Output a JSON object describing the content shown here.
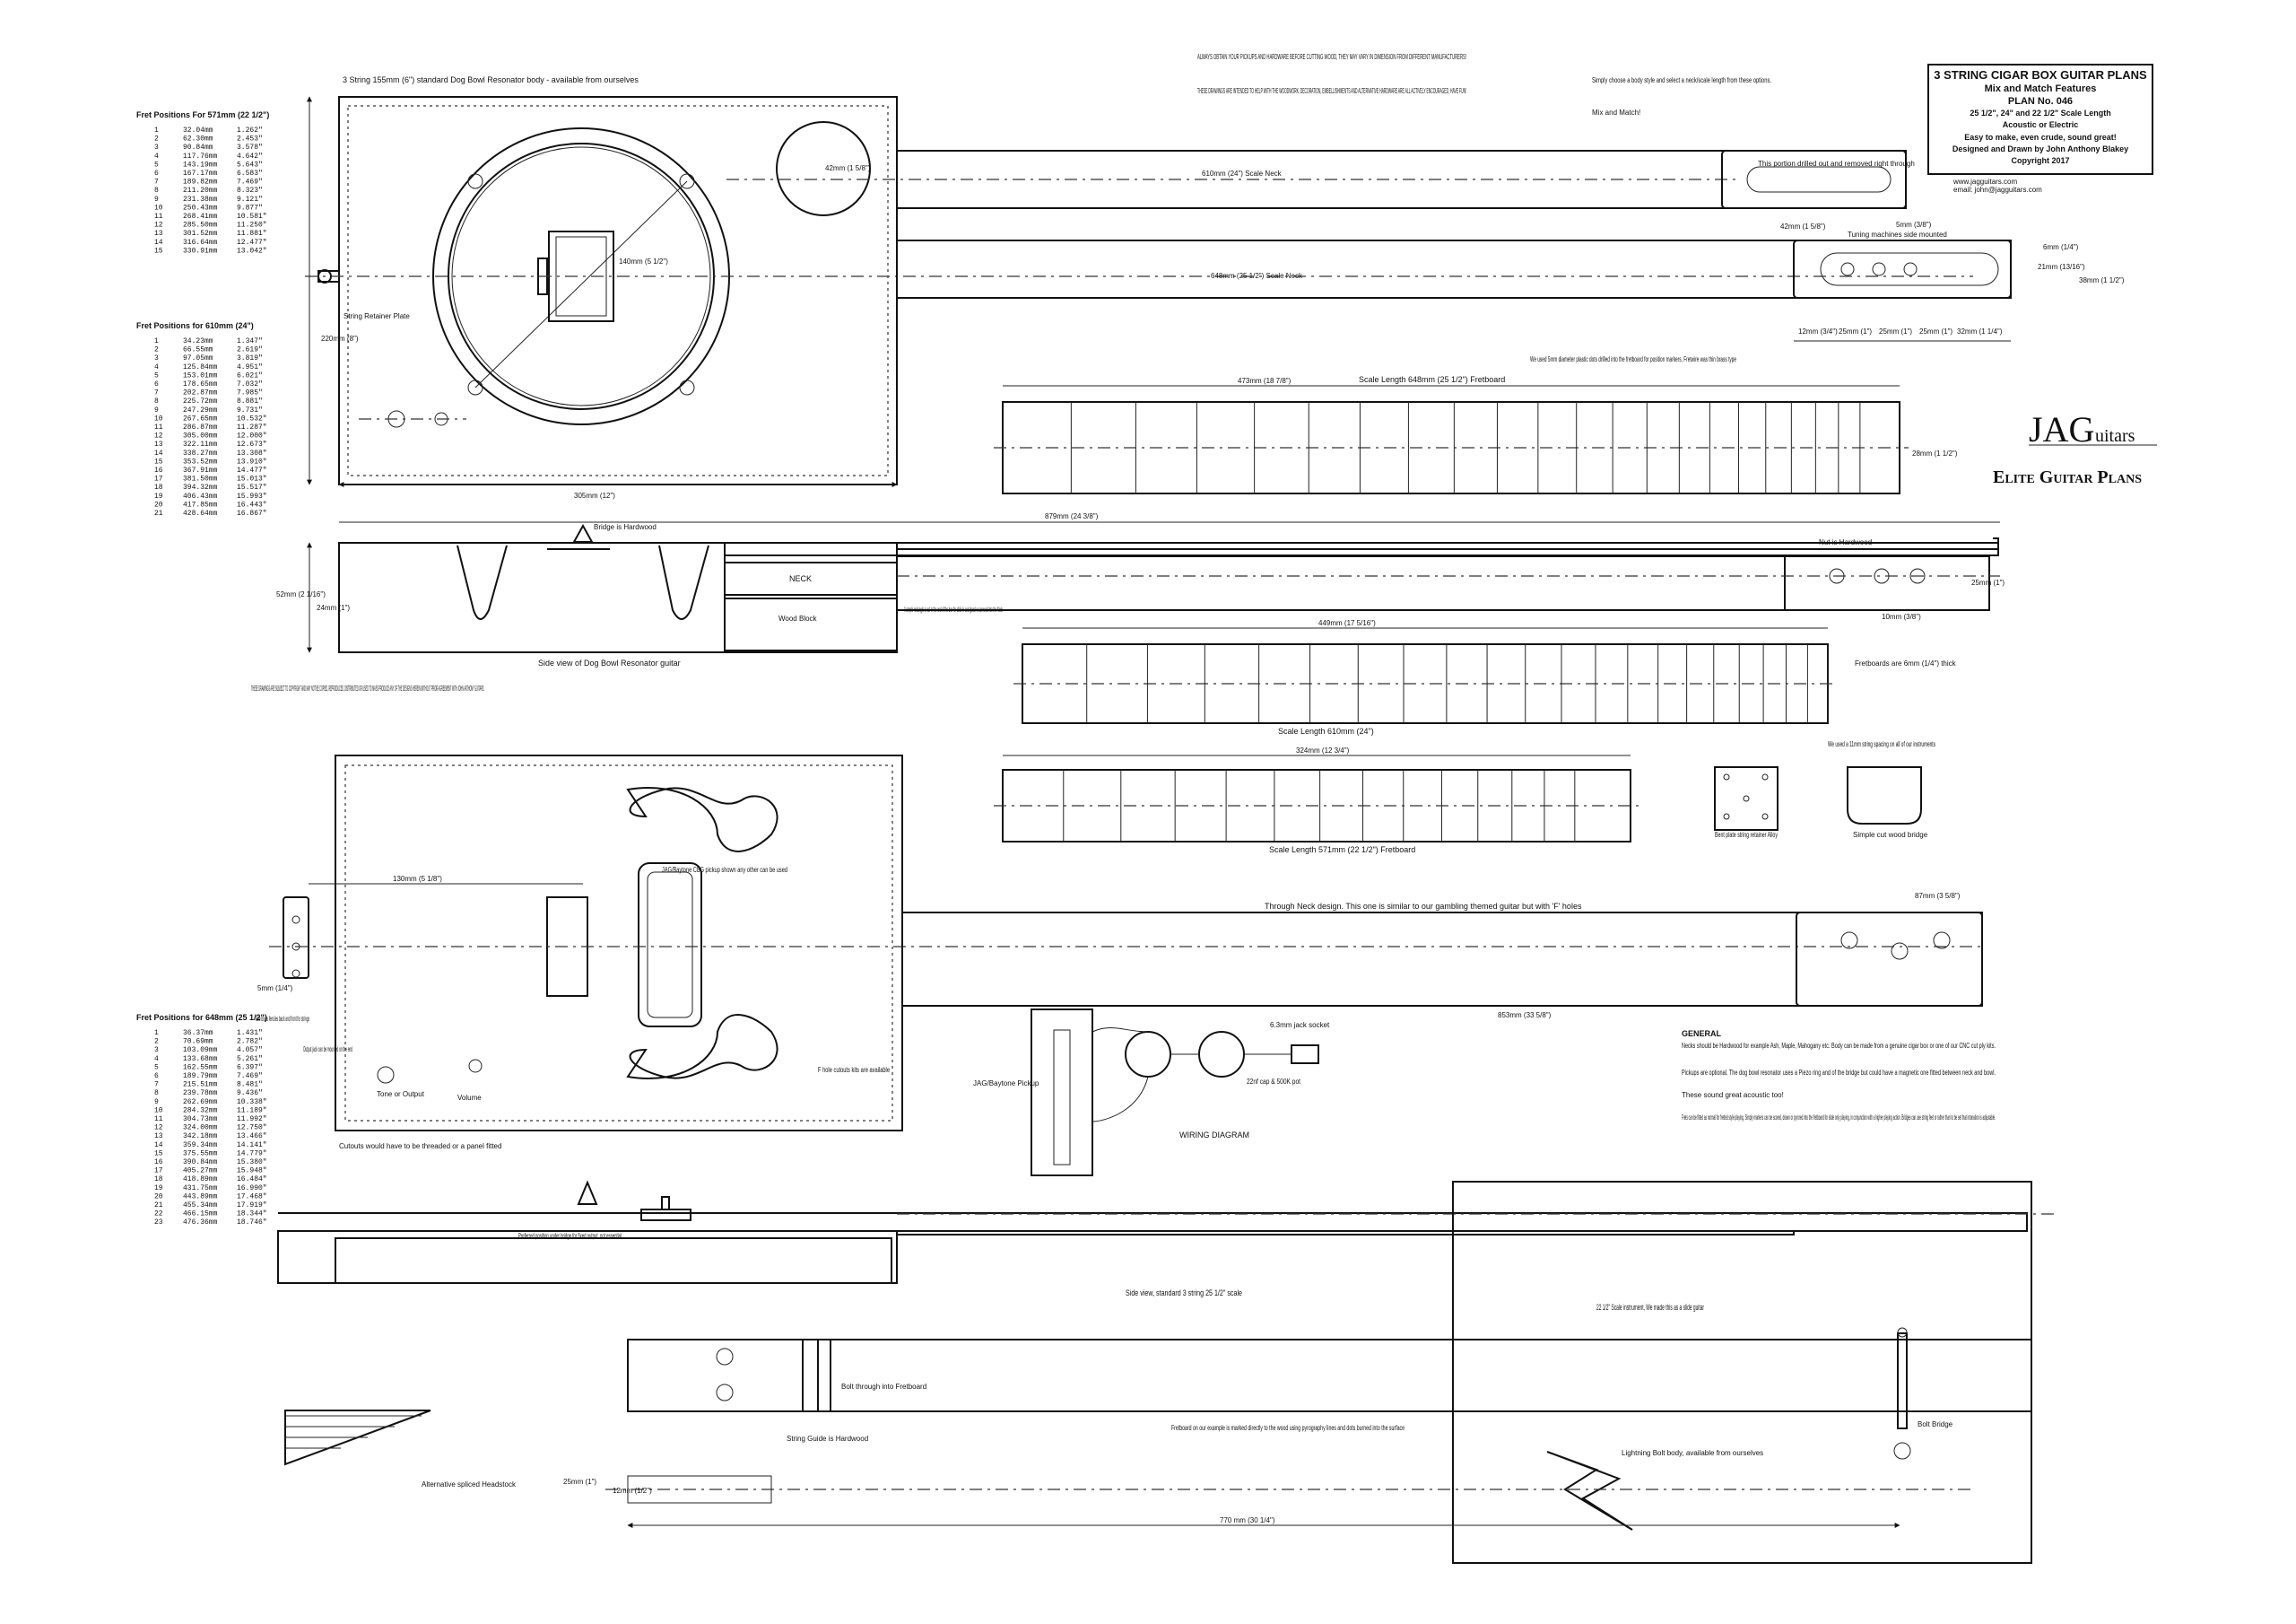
{
  "title_block": {
    "title": "3 STRING CIGAR BOX GUITAR PLANS",
    "subtitle": "Mix and Match Features",
    "plan_no": "PLAN No. 046",
    "scales": "25 1/2\", 24\" and 22 1/2\" Scale Length",
    "type": "Acoustic or Electric",
    "tagline": "Easy to make, even crude, sound great!",
    "author": "Designed and Drawn by John Anthony Blakey",
    "copyright": "Copyright 2017",
    "web": "www.jagguitars.com",
    "email": "email: john@jagguitars.com"
  },
  "logo": {
    "big": "JAG",
    "small": "uitars",
    "tag": "Elite Guitar Plans"
  },
  "notes": {
    "obtain": "ALWAYS OBTAIN YOUR PICKUPS AND HARDWARE BEFORE CUTTING WOOD, THEY MAY VARY IN DIMENSION FROM DIFFERENT MANUFACTURERS!",
    "drawings": "THESE DRAWINGS ARE INTENDED TO HELP WITH THE WOODWORK, DECORATION, EMBELLISHMENTS AND ALTERNATIVE HARDWARE ARE ALL ACTIVELY ENCOURAGED, HAVE FUN!",
    "choose": "Simply choose a body style and select a neck/scale length from these options.",
    "mix": "Mix and Match!",
    "copyright_notice": "THESE DRAWINGS ARE SUBJECT TO COPYRIGHT AND MAY NOT BE COPIED, REPRODUCED, DISTRIBUTED OR USED TO MASS PRODUCE ANY OF THE DESIGNS HEREIN WITHOUT PRIOR AGREEMENT WITH JOHN ANTHONY GUITARS.",
    "general_title": "GENERAL",
    "general_1": "Necks should be Hardwood for example Ash, Maple, Mahogany etc. Body can be made from a genuine cigar box or one of our CNC cut ply kits.",
    "general_2": "Pickups are optional. The dog bowl resonator uses a Piezo ring and of the bridge but could have a magnetic one fitted between neck and bowl.",
    "general_3": "These sound great acoustic too!",
    "general_4": "Frets can be fitted as normal for fretted style playing. Simply markers can be scored, drawn or pyrored into the fretboard for slide only playing, in conjunction with a higher playing action. Bridges can use string feet or rather than to be set that intonation is adjustable."
  },
  "views": {
    "res_body_title": "3 String 155mm (6\") standard Dog Bowl Resonator body - available from ourselves",
    "res_plate": "String Retainer Plate",
    "res_bowl": "140mm (5 1/2\")",
    "res_bowl2": "42mm (1 5/8\")",
    "res_height": "220mm (8\")",
    "res_width": "305mm (12\")",
    "neck_610": "610mm (24\") Scale Neck",
    "neck_648": "648mm (25 1/2\") Scale Neck",
    "head_note": "This portion drilled out and removed right through",
    "head_42": "42mm (1 5/8\")",
    "head_5": "5mm (3/8\")",
    "tuning_note": "Tuning machines side mounted",
    "head_dims": [
      "12mm (3/4\")",
      "25mm (1\")",
      "25mm (1\")",
      "25mm (1\")",
      "32mm (1 1/4\")"
    ],
    "head_side": [
      "6mm (1/4\")",
      "21mm (13/16\")",
      "38mm (1 1/2\")"
    ],
    "fb1_note": "We used 5mm diameter plastic dots drilled into the fretboard for position markers, Fretwire was thin brass type",
    "fb1_label": "Scale Length 648mm (25 1/2\") Fretboard",
    "fb1_dim": "473mm (18 7/8\")",
    "fb1_width": "28mm (1 1/2\")",
    "side_total": "879mm (24 3/8\")",
    "bridge_hw": "Bridge is Hardwood",
    "nut_hw": "Nut is Hardwood",
    "neck_lbl": "NECK",
    "wood_block": "Wood Block",
    "rect_note": "A simple rectangle is cut in the end of the box for slide in and glued or screwed into the Neck",
    "side_h": "52mm (2 1/16\")",
    "side_h2": "24mm (1\")",
    "side_25": "25mm (1\")",
    "side_10": "10mm (3/8\")",
    "res_side_title": "Side view of Dog Bowl Resonator guitar",
    "fb2_dim": "449mm (17 5/16\")",
    "fb2_label": "Scale Length 610mm (24\")",
    "fb_thick": "Fretboards are 6mm (1/4\") thick",
    "fb3_dim": "324mm (12 3/4\")",
    "fb3_label": "Scale Length 571mm (22 1/2\") Fretboard",
    "bridge_alloy": "Bent plate string retainer Alloy",
    "bridge_wood": "Simple cut wood bridge",
    "bridge_note": "We used a 11mm string spacing on all of our instruments",
    "fhole_pickup": "JAG/Baytone CBG pickup shown any other can be used",
    "fhole_130": "130mm (5 1/8\")",
    "through_neck": "Through Neck design. This one is similar to our gambling themed guitar but with 'F' holes",
    "fhole_87": "87mm (3 5/8\")",
    "fhole_853": "853mm (33 5/8\")",
    "fhole_5": "5mm (1/4\")",
    "ferrules": "Use brass ferrules back and front for strings",
    "output_note": "Output jack can be mounted on the end",
    "tone": "Tone or Output",
    "volume": "Volume",
    "f_holes": "F hole cutouts kits are available",
    "cutout_note": "Cutouts would have to be threaded or a panel fitted",
    "pickup": "JAG/Baytone Pickup",
    "wiring": "WIRING DIAGRAM",
    "jack": "6.3mm jack socket",
    "pot": "22nf cap & 500K pot",
    "ls_pref": "Preferred position under bridge for fixed output, not essential",
    "ls_title": "Side view, standard 3 string 25 1/2\" scale",
    "ls_225": "22 1/2\" Scale instrument, We made this as a slide guitar",
    "ls_bolt": "Bolt through into Fretboard",
    "ls_string": "String Guide is Hardwood",
    "ls_fret": "Fretboard on our example is marked directly to the wood using pyrography lines and dots burned into the surface",
    "ls_body": "Lightning Bolt body, available from ourselves",
    "ls_bolt_bridge": "Bolt Bridge",
    "ls_head": "Alternative spliced Headstock",
    "ls_770": "770 mm (30 1/4\")",
    "ls_25": "25mm (1\")",
    "ls_12": "12mm (1/2\")"
  },
  "fret_tables": [
    {
      "title": "Fret Positions For 571mm (22 1/2\")",
      "rows": [
        [
          "1",
          "32.04mm",
          "1.262\""
        ],
        [
          "2",
          "62.30mm",
          "2.453\""
        ],
        [
          "3",
          "90.84mm",
          "3.578\""
        ],
        [
          "4",
          "117.76mm",
          "4.642\""
        ],
        [
          "5",
          "143.19mm",
          "5.643\""
        ],
        [
          "6",
          "167.17mm",
          "6.583\""
        ],
        [
          "7",
          "189.82mm",
          "7.469\""
        ],
        [
          "8",
          "211.20mm",
          "8.323\""
        ],
        [
          "9",
          "231.38mm",
          "9.121\""
        ],
        [
          "10",
          "250.43mm",
          "9.877\""
        ],
        [
          "11",
          "268.41mm",
          "10.581\""
        ],
        [
          "12",
          "285.50mm",
          "11.250\""
        ],
        [
          "13",
          "301.52mm",
          "11.881\""
        ],
        [
          "14",
          "316.64mm",
          "12.477\""
        ],
        [
          "15",
          "330.91mm",
          "13.042\""
        ]
      ]
    },
    {
      "title": "Fret Positions for 610mm (24\")",
      "rows": [
        [
          "1",
          "34.23mm",
          "1.347\""
        ],
        [
          "2",
          "66.55mm",
          "2.619\""
        ],
        [
          "3",
          "97.05mm",
          "3.819\""
        ],
        [
          "4",
          "125.84mm",
          "4.951\""
        ],
        [
          "5",
          "153.01mm",
          "6.021\""
        ],
        [
          "6",
          "178.65mm",
          "7.032\""
        ],
        [
          "7",
          "202.87mm",
          "7.985\""
        ],
        [
          "8",
          "225.72mm",
          "8.881\""
        ],
        [
          "9",
          "247.29mm",
          "9.731\""
        ],
        [
          "10",
          "267.65mm",
          "10.532\""
        ],
        [
          "11",
          "286.87mm",
          "11.287\""
        ],
        [
          "12",
          "305.00mm",
          "12.000\""
        ],
        [
          "13",
          "322.11mm",
          "12.673\""
        ],
        [
          "14",
          "338.27mm",
          "13.308\""
        ],
        [
          "15",
          "353.52mm",
          "13.910\""
        ],
        [
          "16",
          "367.91mm",
          "14.477\""
        ],
        [
          "17",
          "381.50mm",
          "15.013\""
        ],
        [
          "18",
          "394.32mm",
          "15.517\""
        ],
        [
          "19",
          "406.43mm",
          "15.993\""
        ],
        [
          "20",
          "417.85mm",
          "16.443\""
        ],
        [
          "21",
          "428.64mm",
          "16.867\""
        ]
      ]
    },
    {
      "title": "Fret Positions for 648mm (25 1/2\")",
      "rows": [
        [
          "1",
          "36.37mm",
          "1.431\""
        ],
        [
          "2",
          "70.69mm",
          "2.782\""
        ],
        [
          "3",
          "103.09mm",
          "4.057\""
        ],
        [
          "4",
          "133.68mm",
          "5.261\""
        ],
        [
          "5",
          "162.55mm",
          "6.397\""
        ],
        [
          "6",
          "189.79mm",
          "7.469\""
        ],
        [
          "7",
          "215.51mm",
          "8.481\""
        ],
        [
          "8",
          "239.78mm",
          "9.436\""
        ],
        [
          "9",
          "262.69mm",
          "10.338\""
        ],
        [
          "10",
          "284.32mm",
          "11.189\""
        ],
        [
          "11",
          "304.73mm",
          "11.992\""
        ],
        [
          "12",
          "324.00mm",
          "12.750\""
        ],
        [
          "13",
          "342.18mm",
          "13.466\""
        ],
        [
          "14",
          "359.34mm",
          "14.141\""
        ],
        [
          "15",
          "375.55mm",
          "14.779\""
        ],
        [
          "16",
          "390.84mm",
          "15.380\""
        ],
        [
          "17",
          "405.27mm",
          "15.948\""
        ],
        [
          "18",
          "418.89mm",
          "16.484\""
        ],
        [
          "19",
          "431.75mm",
          "16.990\""
        ],
        [
          "20",
          "443.89mm",
          "17.468\""
        ],
        [
          "21",
          "455.34mm",
          "17.919\""
        ],
        [
          "22",
          "466.15mm",
          "18.344\""
        ],
        [
          "23",
          "476.36mm",
          "18.746\""
        ]
      ]
    }
  ]
}
